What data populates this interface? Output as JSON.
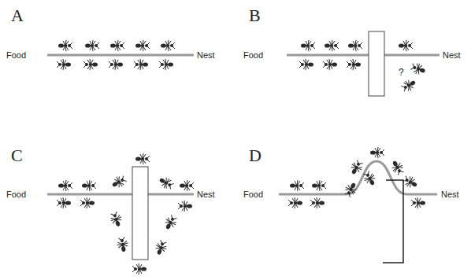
{
  "diagram": {
    "labels": [
      "A",
      "Food",
      "Nest",
      "B",
      "Food",
      "Nest",
      "?",
      "C",
      "Food",
      "Nest",
      "D",
      "Food",
      "Nest"
    ]
  }
}
